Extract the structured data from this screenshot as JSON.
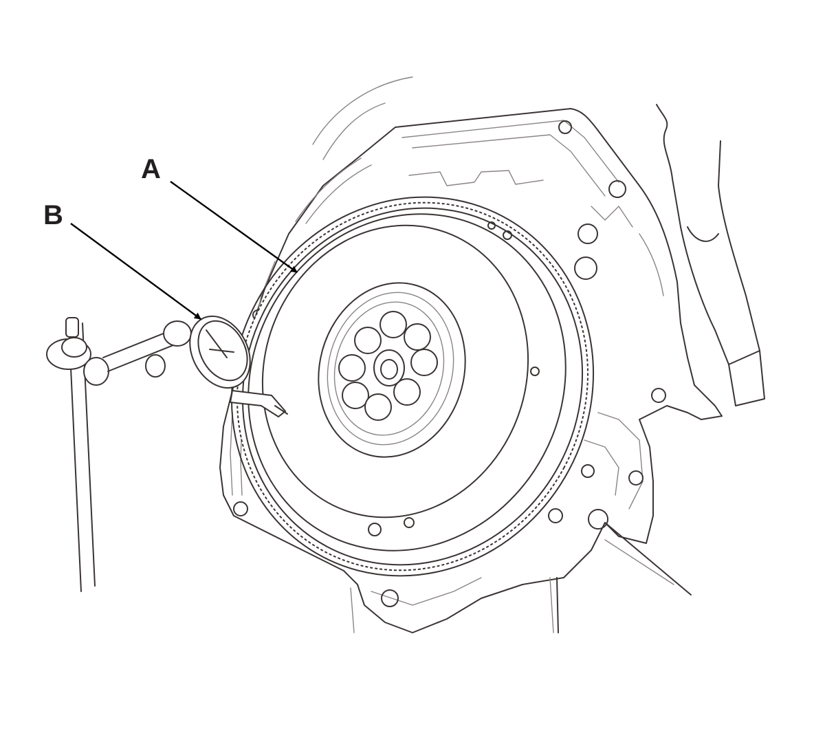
{
  "callouts": [
    {
      "id": "A",
      "label": "A",
      "target": "flywheel"
    },
    {
      "id": "B",
      "label": "B",
      "target": "dial indicator"
    }
  ],
  "colors": {
    "line": "#3a3333",
    "thin_line": "#8a8484",
    "leader": "#000000",
    "background": "#ffffff"
  }
}
